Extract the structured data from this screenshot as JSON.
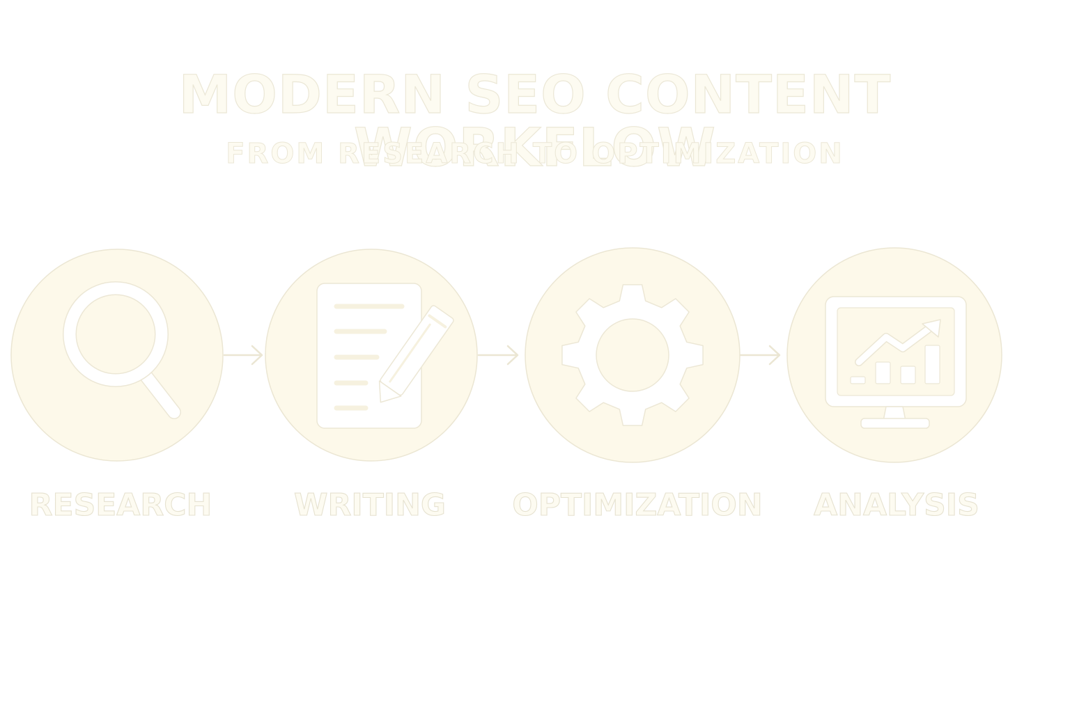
{
  "header": {
    "title": "MODERN SEO CONTENT WORKFLOW",
    "subtitle": "FROM RESEARCH TO OPTIMIZATION"
  },
  "steps": [
    {
      "label": "RESEARCH",
      "icon": "magnifying-glass-icon"
    },
    {
      "label": "WRITING",
      "icon": "document-pencil-icon"
    },
    {
      "label": "OPTIMIZATION",
      "icon": "gear-icon"
    },
    {
      "label": "ANALYSIS",
      "icon": "monitor-chart-icon"
    }
  ],
  "colors": {
    "circle_fill": "#fdf9ea",
    "circle_stroke": "#ebe6d3",
    "icon_fill": "#ffffff",
    "icon_stroke": "#ece7d5",
    "text_fill": "#fdfbf1",
    "text_stroke": "#ebe7d6",
    "arrow": "#ebe6d3"
  }
}
